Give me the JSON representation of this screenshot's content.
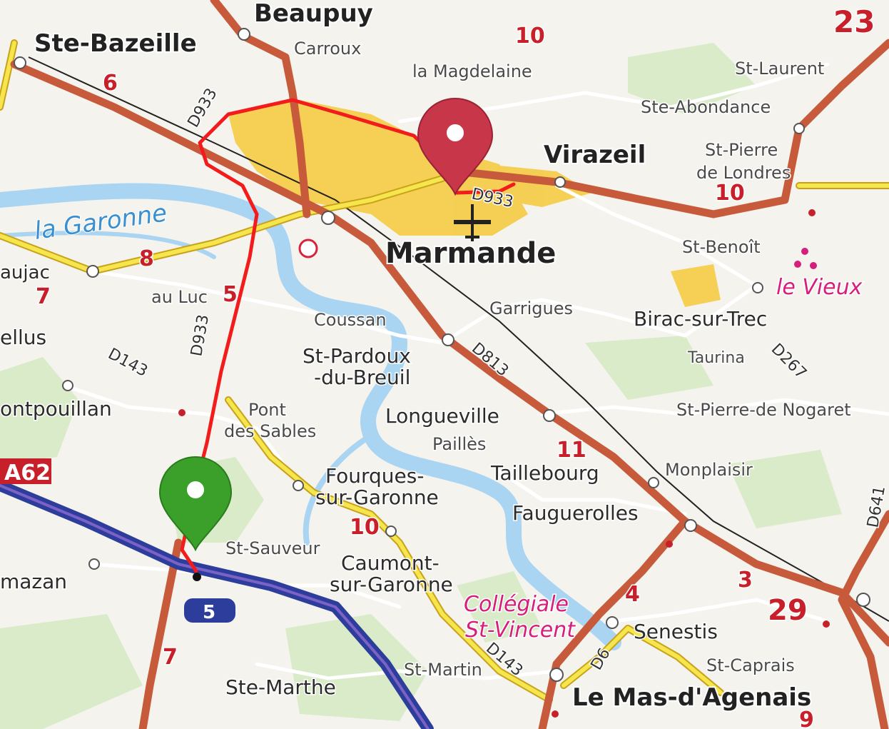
{
  "places": {
    "beaupuy": "Beaupuy",
    "ste_bazeille": "Ste-Bazeille",
    "carroux": "Carroux",
    "la_magdelaine": "la Magdelaine",
    "st_laurent": "St-Laurent",
    "ste_abondance": "Ste-Abondance",
    "virazeil": "Virazeil",
    "st_pierre_de_londres_1": "St-Pierre",
    "st_pierre_de_londres_2": "de Londres",
    "marmande": "Marmande",
    "st_benoit": "St-Benoît",
    "aujac": "aujac",
    "au_luc": "au Luc",
    "coussan": "Coussan",
    "garrigues": "Garrigues",
    "birac": "Birac-sur-Trec",
    "ellus": "ellus",
    "st_pardoux_1": "St-Pardoux",
    "st_pardoux_2": "-du-Breuil",
    "taurina": "Taurina",
    "ontpouillan": "ontpouillan",
    "pont_des_sables_1": "Pont",
    "pont_des_sables_2": "des Sables",
    "longueville": "Longueville",
    "st_pierre_de_nogaret": "St-Pierre-de Nogaret",
    "pailles": "Paillès",
    "fourques_1": "Fourques-",
    "fourques_2": "sur-Garonne",
    "taillebourg": "Taillebourg",
    "monplaisir": "Monplaisir",
    "fauguerolles": "Fauguerolles",
    "st_sauveur": "St-Sauveur",
    "caumont_1": "Caumont-",
    "caumont_2": "sur-Garonne",
    "mazan": "mazan",
    "senestis": "Senestis",
    "st_martin": "St-Martin",
    "st_caprais": "St-Caprais",
    "ste_marthe": "Ste-Marthe",
    "le_mas": "Le Mas-d'Agenais"
  },
  "river_label": "la Garonne",
  "poi": {
    "le_vieux": "le Vieux",
    "collegiale_1": "Collégiale",
    "collegiale_2": "St-Vincent"
  },
  "road_names": {
    "d933_north": "D933",
    "d933_south": "D933",
    "d933_east": "D933",
    "d143_west": "D143",
    "d143_south": "D143",
    "d813": "D813",
    "d267": "D267",
    "d641": "D641",
    "d6": "D6",
    "a62": "A62"
  },
  "distances": {
    "k10_top": "10",
    "k6": "6",
    "k10_east": "10",
    "k8": "8",
    "k7_west": "7",
    "k5": "5",
    "k11": "11",
    "k10_south": "10",
    "k4": "4",
    "k3": "3",
    "k7_south": "7",
    "k9": "9"
  },
  "exit_numbers": {
    "e23": "23",
    "e29": "29",
    "e5": "5"
  },
  "markers": {
    "origin_color": "#3aa02a",
    "destination_color": "#c8364a",
    "route_color": "#f21c1c"
  },
  "colors": {
    "motorway": "#2d3d9c",
    "national_road": "#c85a3c",
    "regional_road": "#f2e24a",
    "river": "#a9d4f2",
    "urban": "#f2c838",
    "forest": "#cfe8b8"
  },
  "icons": {
    "airport": "airplane-icon",
    "origin": "map-pin-icon",
    "destination": "map-pin-icon"
  }
}
